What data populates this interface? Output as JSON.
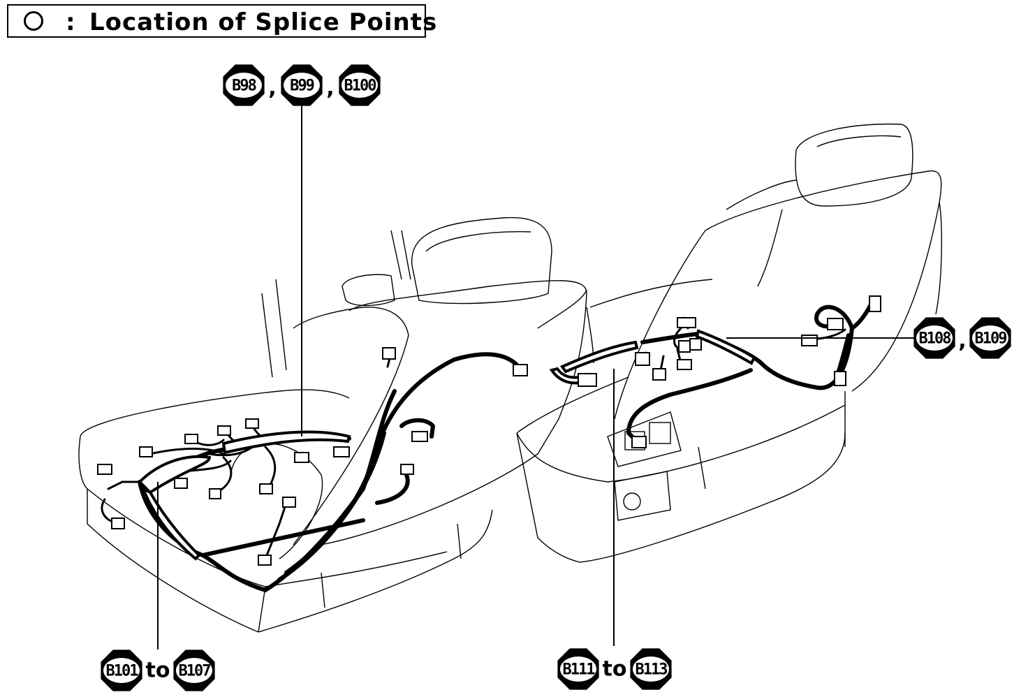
{
  "legend": {
    "text": "Location of Splice Points",
    "colon": ":"
  },
  "callouts": [
    {
      "id": "group-top",
      "items": [
        "B98",
        "B99",
        "B100"
      ],
      "separators": [
        ",",
        ","
      ]
    },
    {
      "id": "group-left",
      "items": [
        "B101",
        "B107"
      ],
      "separators": [
        "to"
      ]
    },
    {
      "id": "group-mid",
      "items": [
        "B111",
        "B113"
      ],
      "separators": [
        "to"
      ]
    },
    {
      "id": "group-right",
      "items": [
        "B108",
        "B109"
      ],
      "separators": [
        ","
      ]
    }
  ]
}
